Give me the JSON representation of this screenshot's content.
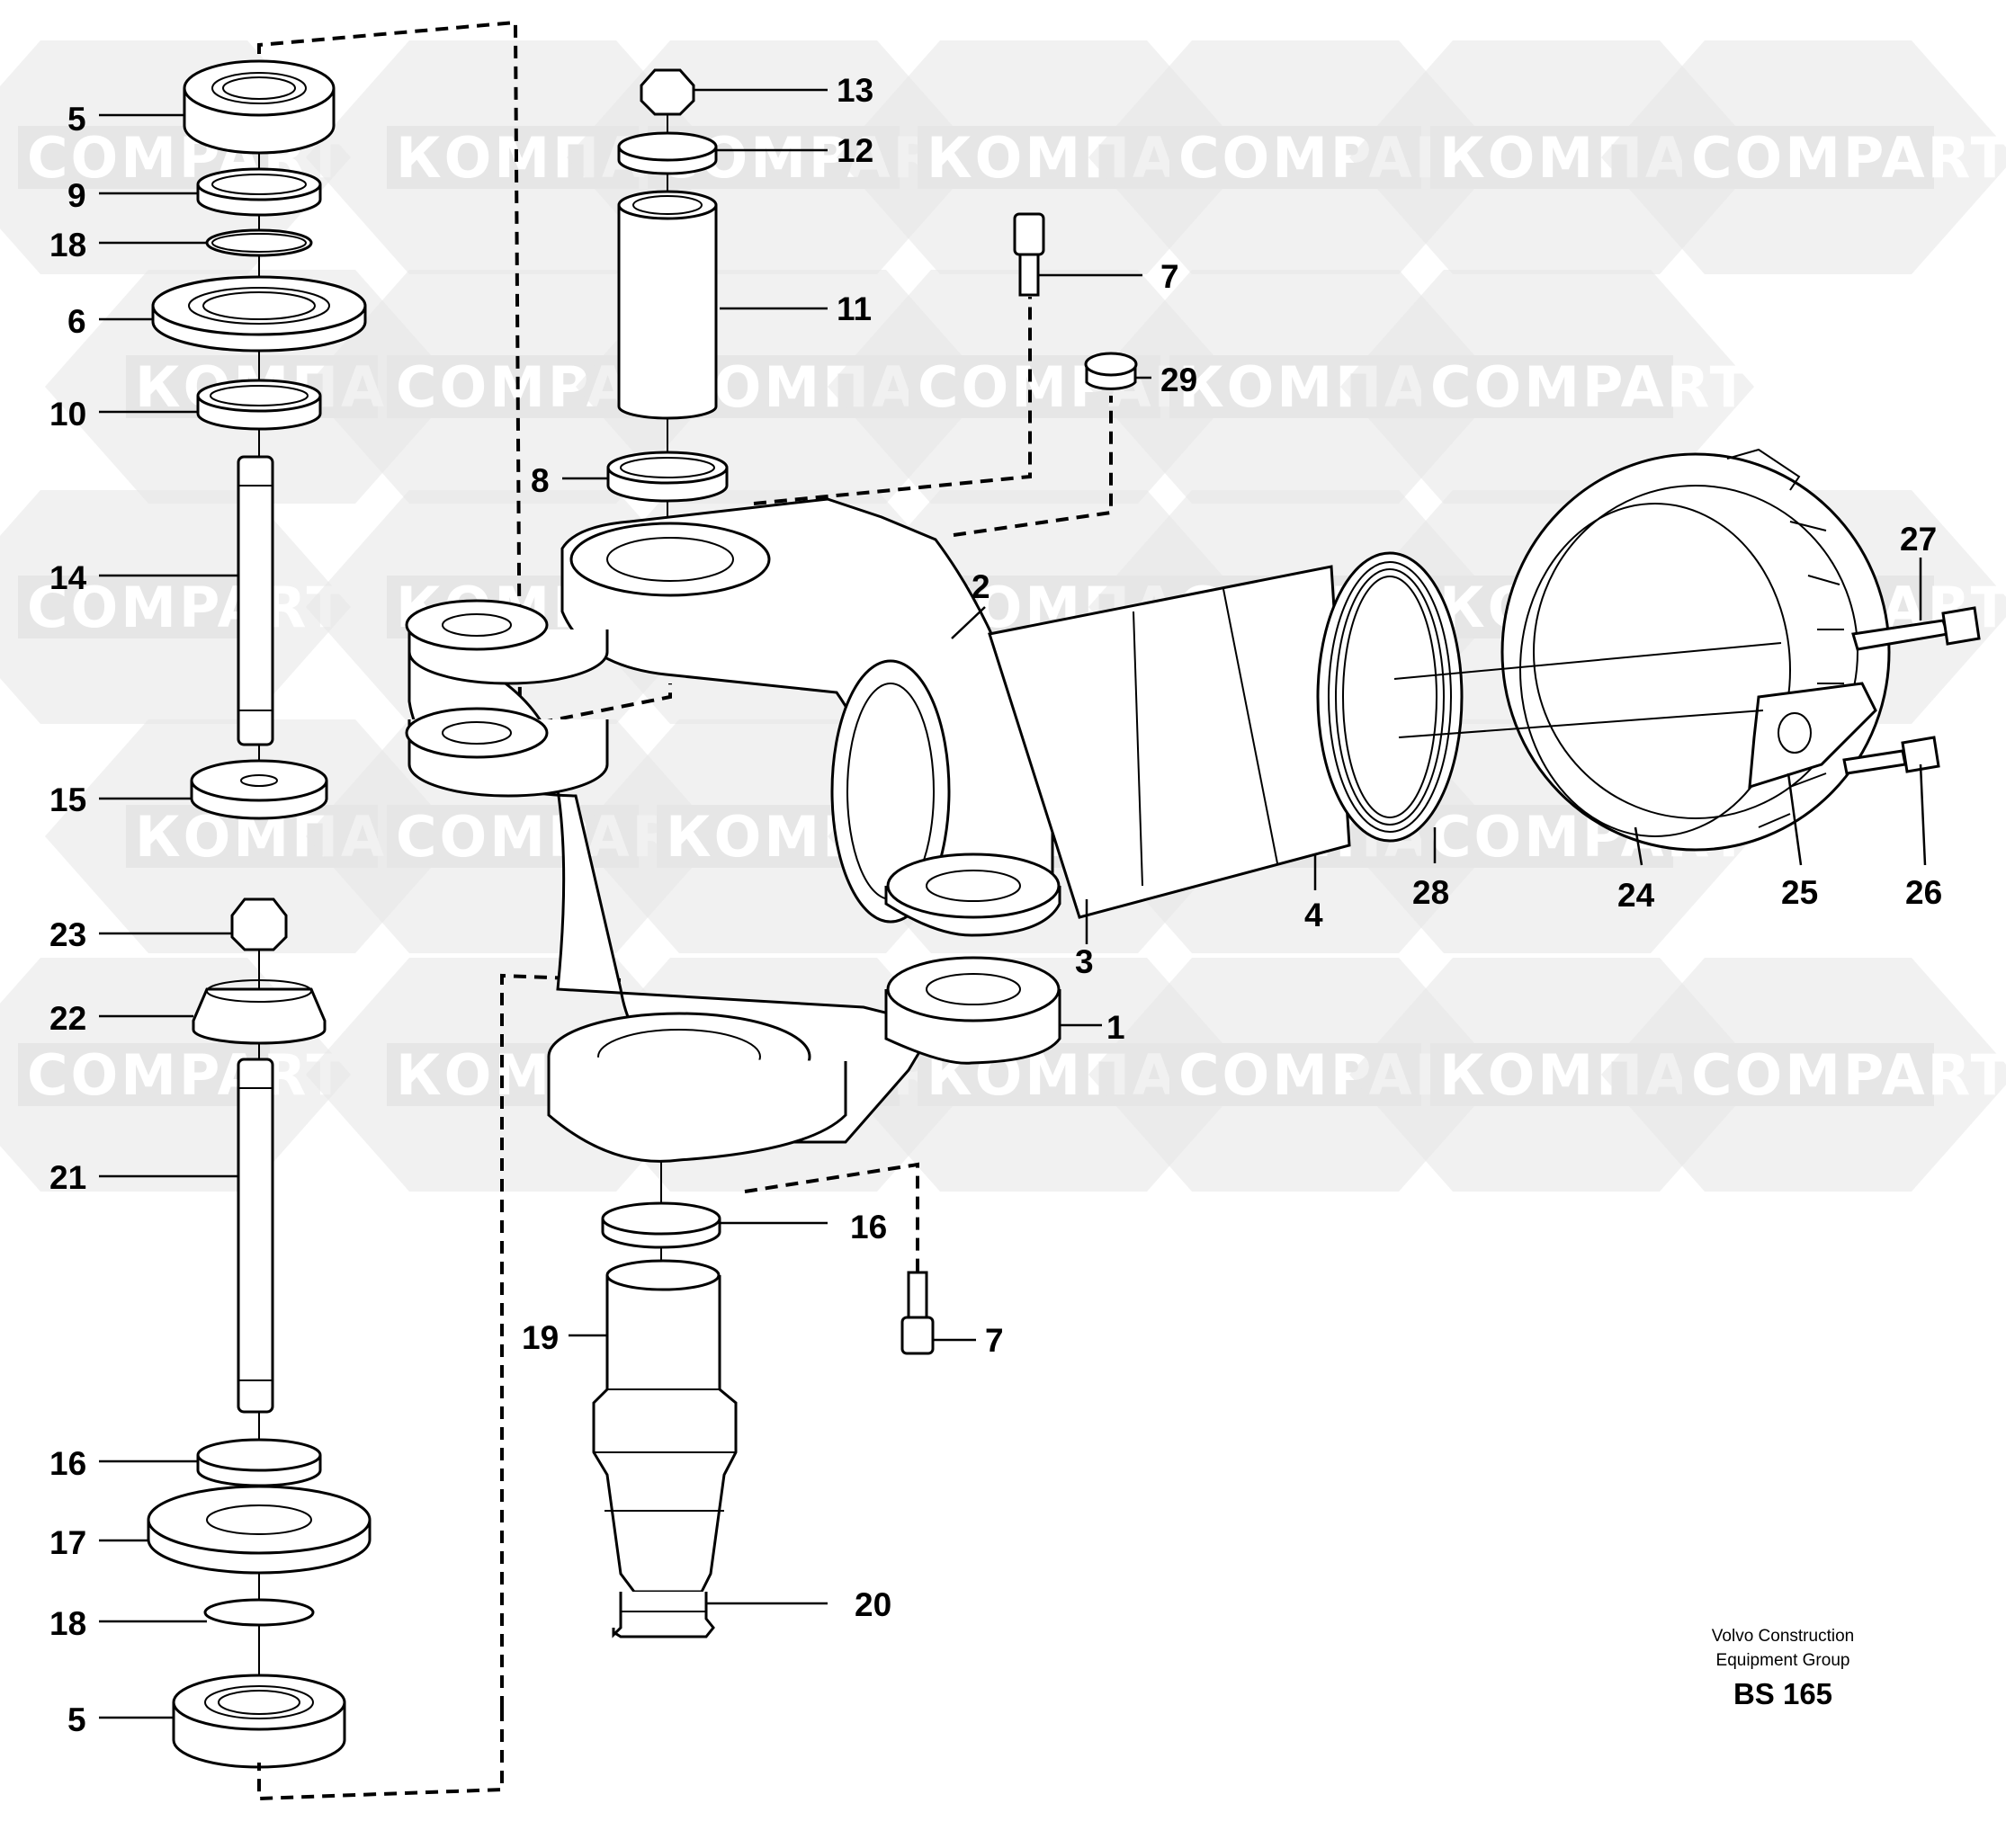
{
  "watermark": {
    "text_cyrillic": "КОМПАРТ",
    "text_latin": "COMPART",
    "color": "#e6e6e6"
  },
  "credit": {
    "line1": "Volvo Construction",
    "line2": "Equipment Group",
    "code": "BS 165"
  },
  "callouts": {
    "c1": "1",
    "c2": "2",
    "c3": "3",
    "c4": "4",
    "c5a": "5",
    "c5b": "5",
    "c6": "6",
    "c7a": "7",
    "c7b": "7",
    "c8": "8",
    "c9": "9",
    "c10": "10",
    "c11": "11",
    "c12": "12",
    "c13": "13",
    "c14": "14",
    "c15": "15",
    "c16a": "16",
    "c16b": "16",
    "c17": "17",
    "c18a": "18",
    "c18b": "18",
    "c19": "19",
    "c20": "20",
    "c21": "21",
    "c22": "22",
    "c23": "23",
    "c24": "24",
    "c25": "25",
    "c26": "26",
    "c27": "27",
    "c28": "28",
    "c29": "29"
  }
}
